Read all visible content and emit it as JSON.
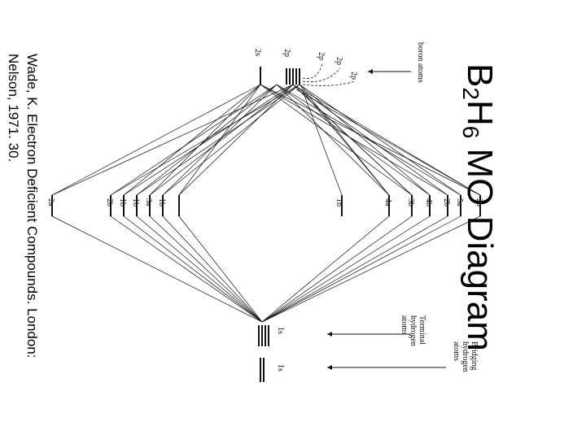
{
  "title": {
    "main": "B",
    "sub1": "2",
    "mid": "H",
    "sub2": "6",
    "rest": " MO Diagram"
  },
  "citation": {
    "line1": "Wade, K. Electron Deficient Compounds. London:",
    "line2": "Nelson, 1971. 30."
  },
  "diagram": {
    "left_labels": {
      "s": "2s",
      "p": "2p",
      "px": "2p",
      "py": "2p",
      "pz": "2p"
    },
    "center_mo_labels": [
      "2a",
      "2b",
      "1b",
      "1b",
      "3a",
      "1b",
      "1b",
      "4a",
      "3b",
      "4b",
      "2b",
      "5a",
      "2b"
    ],
    "center_lower_labels": [
      "2a",
      "2b",
      "1b",
      "1b",
      "3a",
      "1b"
    ],
    "center_upper_labels": [
      "4a",
      "3b",
      "4b",
      "2b",
      "5a",
      "2b"
    ],
    "mid_label": "1b",
    "right_labels": {
      "t": "1s",
      "b": "1s"
    },
    "side_labels": {
      "boron": "boron atoms",
      "terminal": "Terminal hydrogen atoms",
      "bridging": "Bridging hydrogen atoms"
    }
  }
}
